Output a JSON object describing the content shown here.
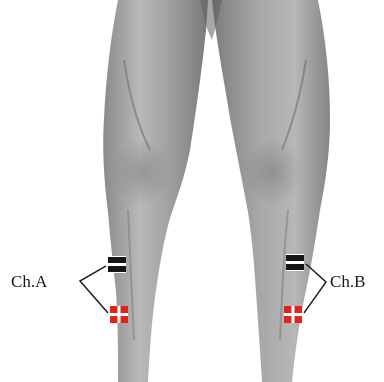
{
  "diagram": {
    "channels": [
      {
        "id": "a",
        "label": "Ch.A"
      },
      {
        "id": "b",
        "label": "Ch.B"
      }
    ],
    "electrodes": {
      "negative": {
        "color": "#151515",
        "mark": "black-bars-icon"
      },
      "positive": {
        "color": "#e0241c",
        "mark": "red-plus-icon"
      }
    },
    "colors": {
      "background": "#ffffff",
      "skin_light": "#c8c8c8",
      "skin_dark": "#6a6a6a",
      "lead_line": "#1a1a1a"
    }
  }
}
